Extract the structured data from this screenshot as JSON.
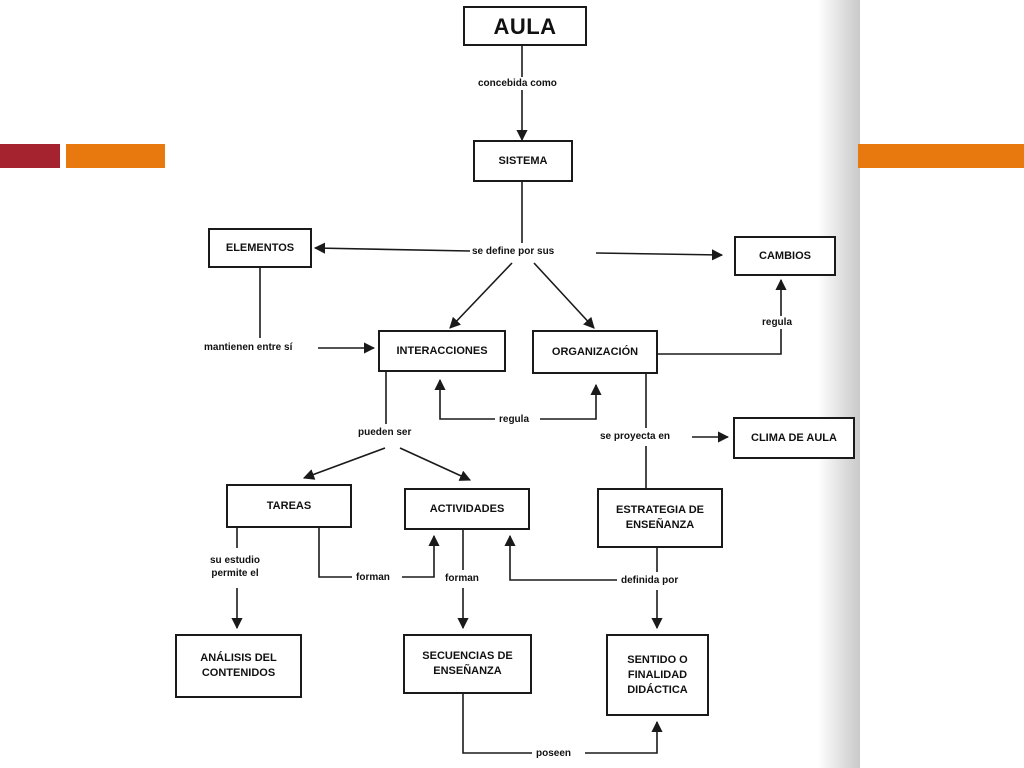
{
  "slide": {
    "decor_colors": {
      "red": "#a5222f",
      "orange": "#e8790f"
    }
  },
  "diagram": {
    "nodes": {
      "aula": "AULA",
      "sistema": "SISTEMA",
      "elementos": "ELEMENTOS",
      "cambios": "CAMBIOS",
      "interacciones": "INTERACCIONES",
      "organizacion": "ORGANIZACIÓN",
      "clima": "CLIMA DE AULA",
      "tareas": "TAREAS",
      "actividades": "ACTIVIDADES",
      "estrategia": "ESTRATEGIA DE\nENSEÑANZA",
      "analisis": "ANÁLISIS DEL\nCONTENIDOS",
      "secuencias": "SECUENCIAS DE\nENSEÑANZA",
      "sentido": "SENTIDO O\nFINALIDAD\nDIDÁCTICA"
    },
    "labels": {
      "concebida_como": "concebida como",
      "se_define_por_sus": "se define por sus",
      "mantienen_entre_si": "mantienen entre sí",
      "regula_cambios": "regula",
      "regula_inter": "regula",
      "pueden_ser": "pueden ser",
      "se_proyecta_en": "se proyecta en",
      "su_estudio": "su estudio\npermite el",
      "forman_tareas": "forman",
      "forman_actividades": "forman",
      "definida_por": "definida por",
      "poseen": "poseen"
    }
  }
}
